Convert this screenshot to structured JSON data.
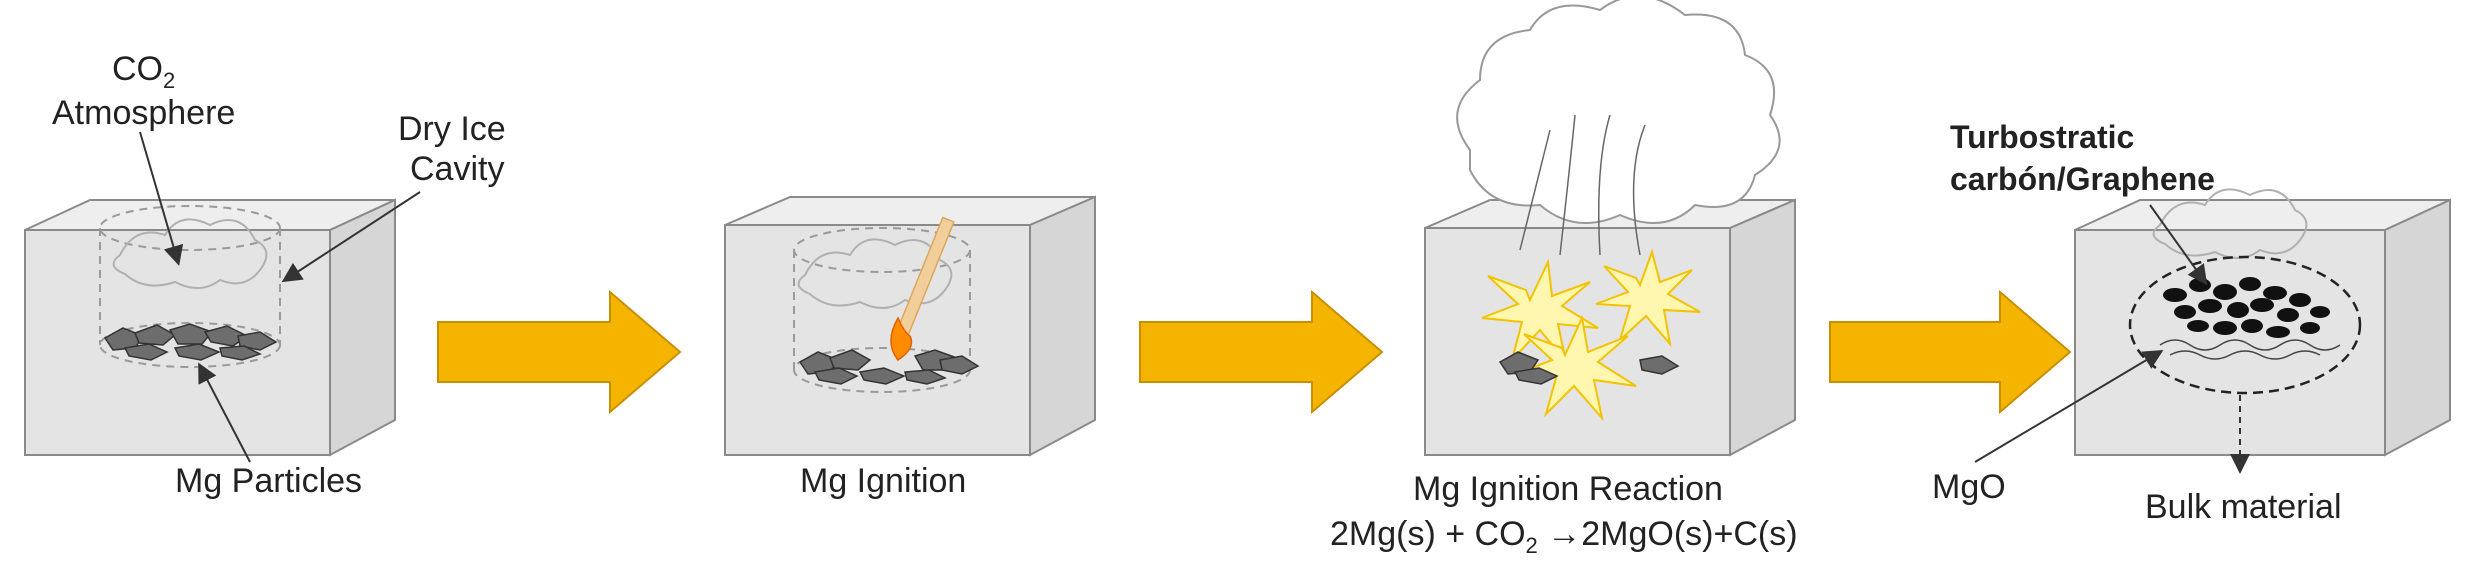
{
  "labels": {
    "co2_atmosphere_prefix": "CO",
    "co2_atmosphere_sub": "2",
    "co2_atmosphere_line2": "Atmosphere",
    "dry_ice_line1": "Dry Ice",
    "dry_ice_line2": "Cavity",
    "mg_particles": "Mg Particles",
    "mg_ignition": "Mg Ignition",
    "reaction_title": "Mg Ignition Reaction",
    "equation_part1": "2Mg(s) + CO",
    "equation_sub": "2",
    "equation_part2": " →2MgO(s)+C(s)",
    "turbostratic_line1": "Turbostratic",
    "turbostratic_line2": "carbón/Graphene",
    "mgo": "MgO",
    "bulk_material": "Bulk material"
  },
  "colors": {
    "block_face": "#e4e4e4",
    "block_edge": "#8a8a8a",
    "arrow_fill": "#f5b400",
    "arrow_edge": "#c98f00",
    "particle_fill": "#6d6d6d",
    "carbon_fill": "#111111",
    "spark_fill": "#fff6b0",
    "spark_edge": "#f3c200",
    "flame": "#ff8c00",
    "fuse": "#f2cf9a"
  },
  "icons": [
    "process-arrow-icon",
    "dry-ice-block-icon",
    "flame-icon",
    "spark-burst-icon",
    "smoke-cloud-icon"
  ]
}
